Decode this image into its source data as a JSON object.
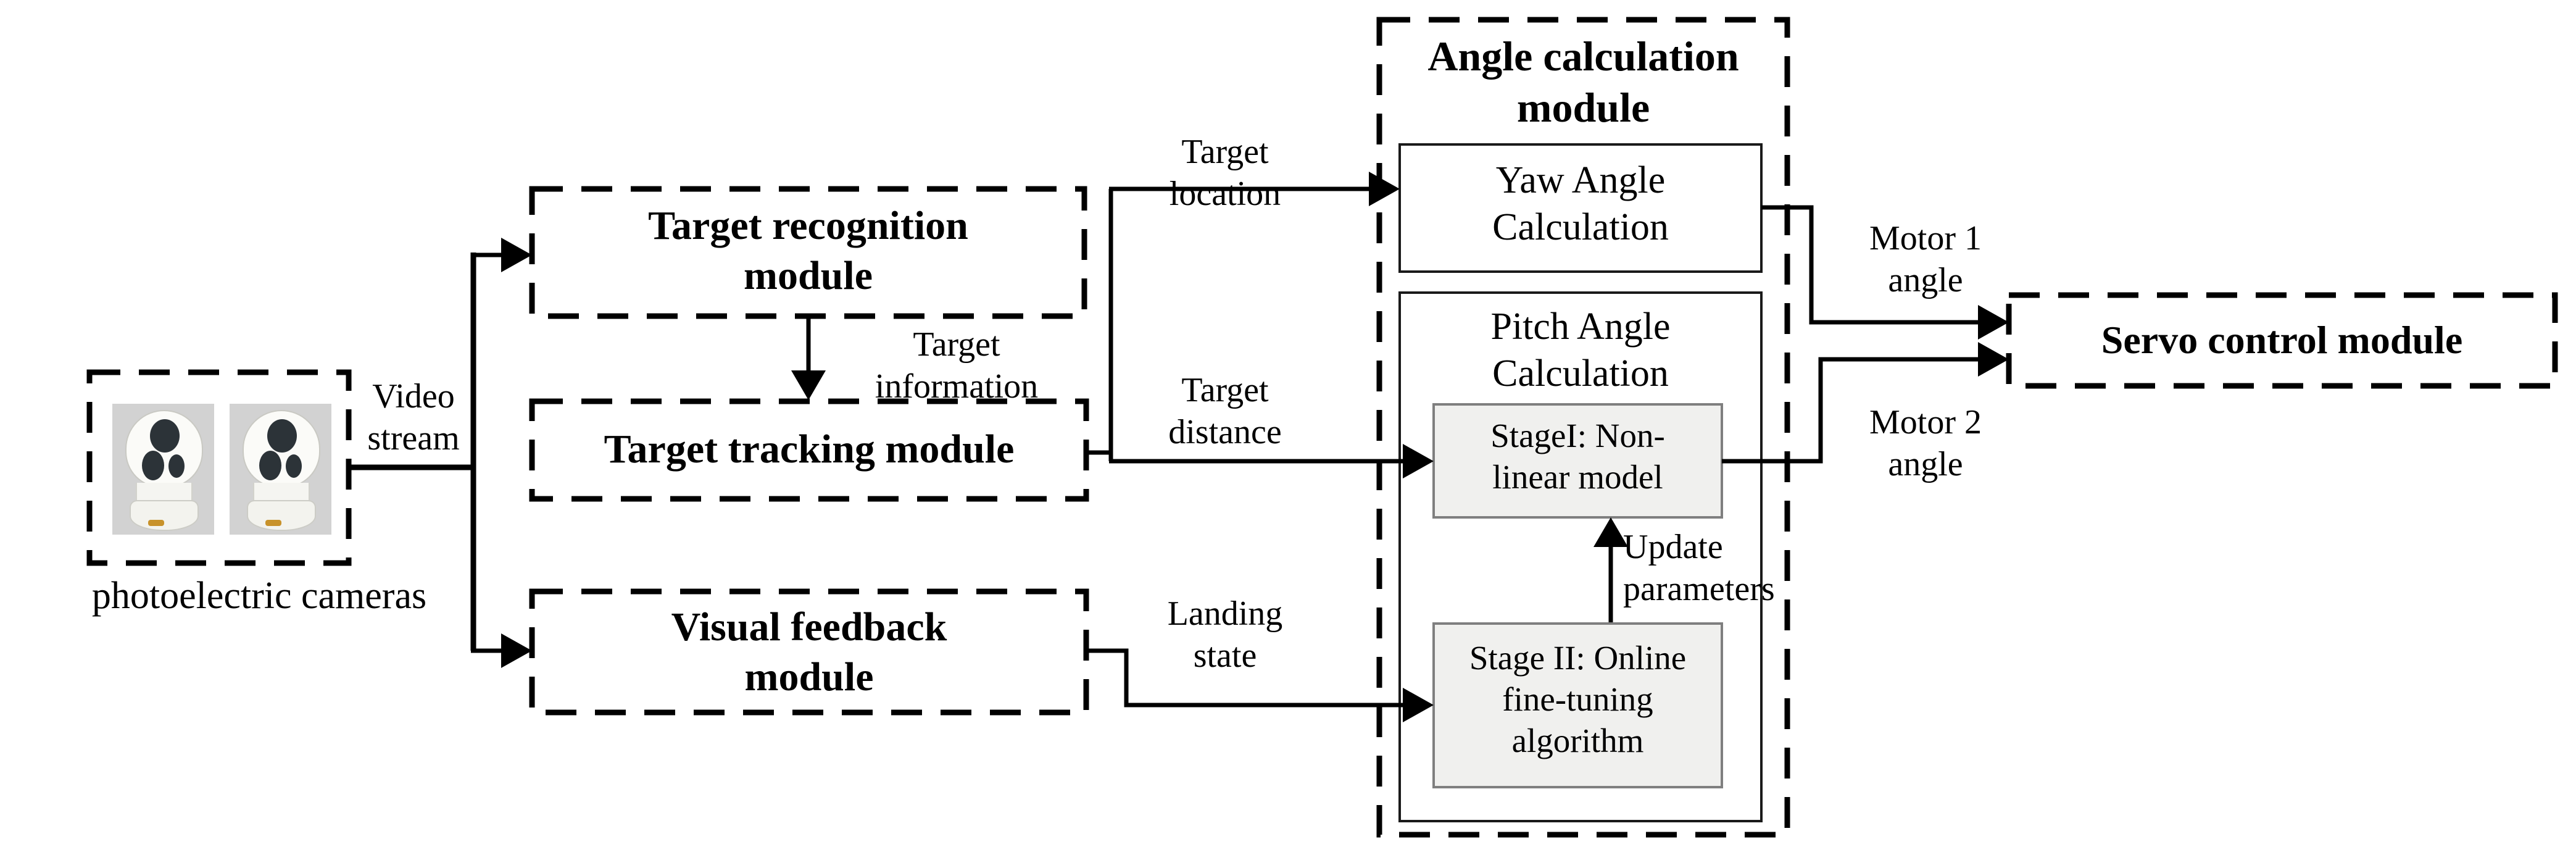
{
  "colors": {
    "line": "#000000",
    "stage_box_fill": "#f0f0ee",
    "stage_box_border": "#7f7f7f",
    "photo_background": "#d2d2d2"
  },
  "nodes": {
    "cameras": {
      "caption": "photoelectric cameras"
    },
    "recognition": {
      "line1": "Target recognition",
      "line2": "module"
    },
    "tracking": {
      "label": "Target tracking module"
    },
    "visual_feedback": {
      "line1": "Visual feedback",
      "line2": "module"
    },
    "angle_module": {
      "line1": "Angle calculation",
      "line2": "module"
    },
    "yaw": {
      "line1": "Yaw Angle",
      "line2": "Calculation"
    },
    "pitch": {
      "line1": "Pitch Angle",
      "line2": "Calculation"
    },
    "stage1": {
      "line1": "StageI: Non-",
      "line2": "linear model"
    },
    "stage2": {
      "line1": "Stage II: Online",
      "line2": "fine-tuning",
      "line3": "algorithm"
    },
    "servo": {
      "label": "Servo control module"
    }
  },
  "edge_labels": {
    "video_stream": {
      "line1": "Video",
      "line2": "stream"
    },
    "target_information": {
      "line1": "Target",
      "line2": "information"
    },
    "target_location": {
      "line1": "Target",
      "line2": "location"
    },
    "target_distance": {
      "line1": "Target",
      "line2": "distance"
    },
    "landing_state": {
      "line1": "Landing",
      "line2": "state"
    },
    "update_parameters": {
      "line1": "Update",
      "line2": "parameters"
    },
    "motor1_angle": {
      "line1": "Motor 1",
      "line2": "angle"
    },
    "motor2_angle": {
      "line1": "Motor 2",
      "line2": "angle"
    }
  }
}
